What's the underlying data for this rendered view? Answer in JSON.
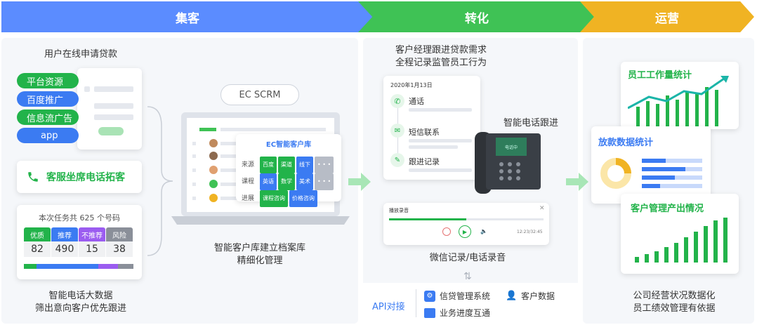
{
  "stages": [
    {
      "label": "集客",
      "color": "#5b8cff"
    },
    {
      "label": "转化",
      "color": "#3fc255"
    },
    {
      "label": "运营",
      "color": "#f0b323"
    }
  ],
  "left": {
    "top_title": "用户在线申请贷款",
    "sources": [
      "平台资源",
      "百度推广",
      "信息流广告",
      "app"
    ],
    "service_call": "客服坐席电话拓客",
    "task_title": "本次任务共 625 个号码",
    "tags": [
      {
        "label": "优质",
        "value": "82",
        "color": "#22b34a"
      },
      {
        "label": "推荐",
        "value": "490",
        "color": "#3b7bf2"
      },
      {
        "label": "不推荐",
        "value": "15",
        "color": "#9b5cf0"
      },
      {
        "label": "风险",
        "value": "38",
        "color": "#8a8f99"
      }
    ],
    "bottom_caption": [
      "智能电话大数据",
      "筛出意向客户优先跟进"
    ]
  },
  "crm": {
    "badge": "EC SCRM",
    "popup_title": "EC智能客户库",
    "rows": [
      {
        "label": "来源",
        "tags": [
          "百度",
          "渠道",
          "线下",
          "• • •"
        ]
      },
      {
        "label": "课程",
        "tags": [
          "英语",
          "数学",
          "美术",
          "• • •"
        ]
      },
      {
        "label": "进展",
        "tags": [
          "课程咨询",
          "价格咨询"
        ]
      }
    ],
    "caption": [
      "智能客户库建立档案库",
      "精细化管理"
    ]
  },
  "convert": {
    "top_caption": [
      "客户经理跟进贷款需求",
      "全程记录监管员工行为"
    ],
    "date": "2020年1月13日",
    "timeline": [
      "通话",
      "短信联系",
      "跟进记录"
    ],
    "phone_label": "智能电话跟进",
    "phone_screen": "电话中",
    "player_title": "播放录音",
    "player_time": "12:23/32:45",
    "caption": "微信记录/电话录音",
    "api_label": "API对接",
    "api_items": [
      "信贷管理系统",
      "客户数据",
      "业务进度互通"
    ]
  },
  "ops": {
    "cards": [
      "员工工作量统计",
      "放款数据统计",
      "客户管理产出情况"
    ],
    "caption": [
      "公司经营状况数据化",
      "员工绩效管理有依据"
    ]
  }
}
